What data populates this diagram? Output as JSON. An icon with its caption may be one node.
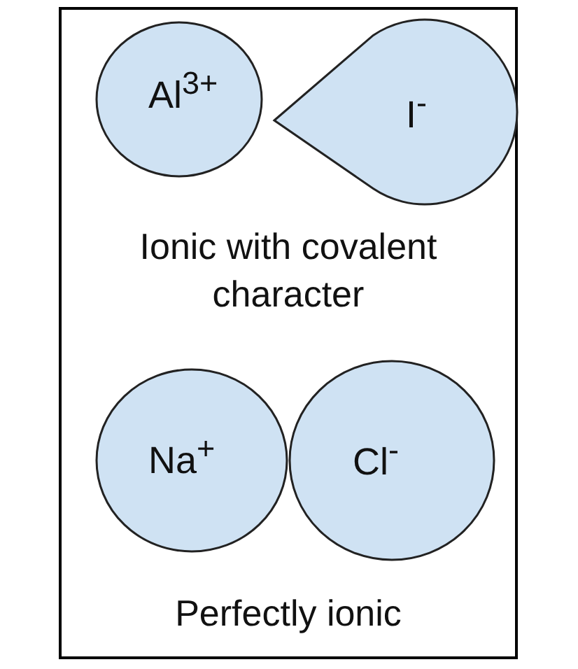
{
  "diagram": {
    "nodes": [
      {
        "text": [
          "Al$^{3+}$"
        ]
      },
      {
        "text": [
          "I$^{-}$"
        ]
      },
      {
        "text": [
          "Na$^{+}$"
        ]
      },
      {
        "text": [
          "Cl$^{-}$"
        ]
      }
    ],
    "labels": [
      "Ionic with covalent character",
      "Perfectly ionic"
    ]
  }
}
